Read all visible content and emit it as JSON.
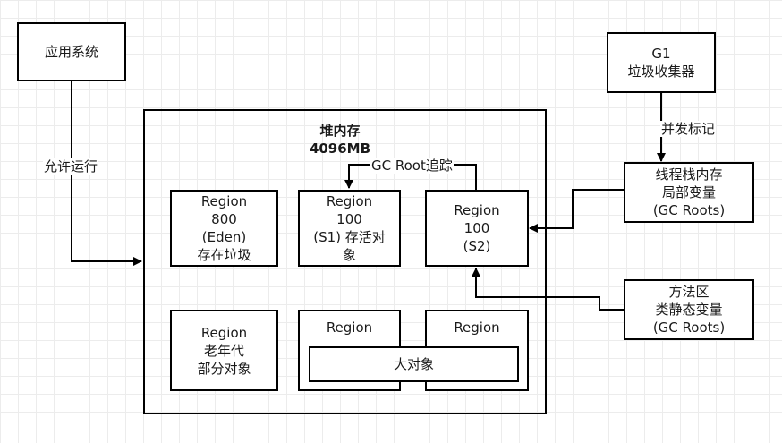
{
  "app_system": "应用系统",
  "collector": [
    "G1",
    "垃圾收集器"
  ],
  "heap": {
    "title": "堆内存",
    "size": "4096MB"
  },
  "thread_stack": [
    "线程栈内存",
    "局部变量",
    "(GC Roots)"
  ],
  "method_area": [
    "方法区",
    "类静态变量",
    "(GC Roots)"
  ],
  "regions": {
    "eden": [
      "Region",
      "800",
      "(Eden)",
      "存在垃圾"
    ],
    "s1": [
      "Region",
      "100",
      "(S1) 存活对",
      "象"
    ],
    "s2": [
      "Region",
      "100",
      "(S2)"
    ],
    "old": [
      "Region",
      "老年代",
      "部分对象"
    ],
    "humongous_a": "Region",
    "humongous_b": "Region",
    "big_object": "大对象"
  },
  "edges": {
    "allow_run": "允许运行",
    "concurrent_mark": "并发标记",
    "gc_root_trace": "GC Root追踪"
  }
}
